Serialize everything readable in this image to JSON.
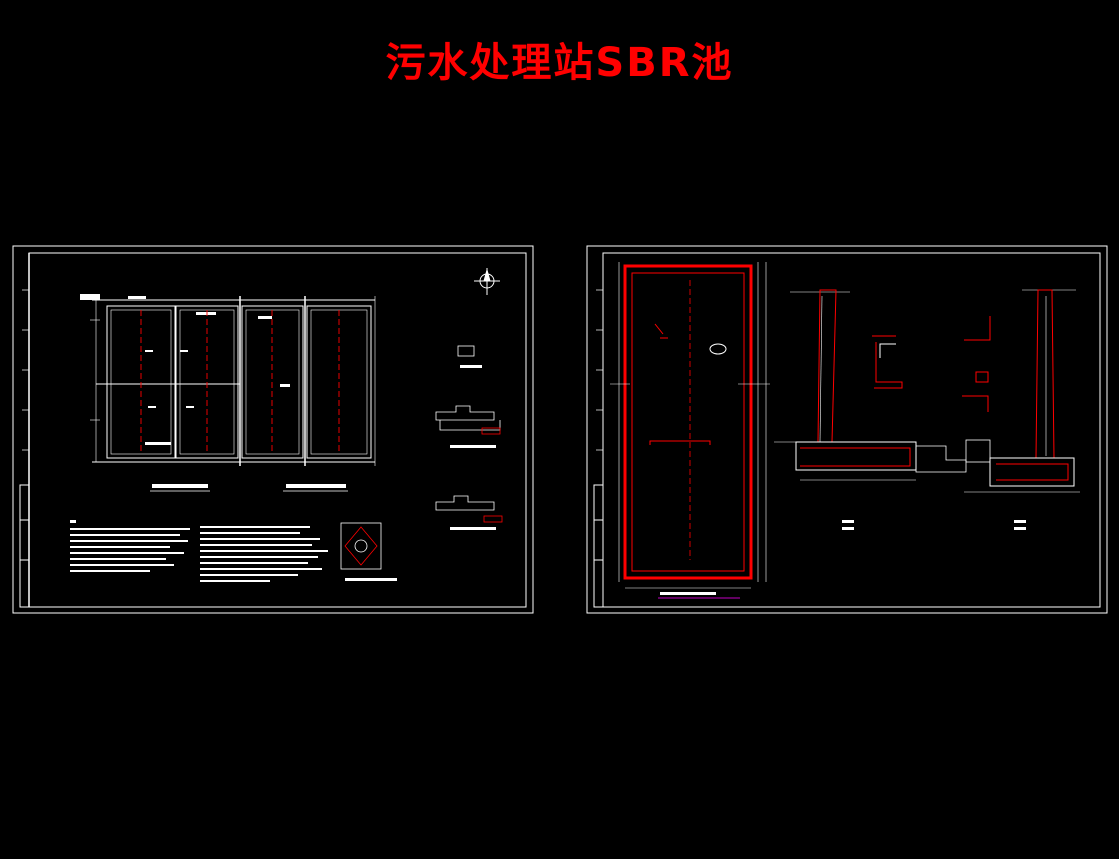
{
  "title": "污水处理站SBR池",
  "colors": {
    "background": "#000000",
    "title": "#ff0000",
    "line": "#ffffff",
    "accent": "#ff0000"
  },
  "sheets": [
    {
      "name": "sheet-left-plan"
    },
    {
      "name": "sheet-right-sections"
    }
  ],
  "icons": [
    "north-arrow-icon"
  ]
}
